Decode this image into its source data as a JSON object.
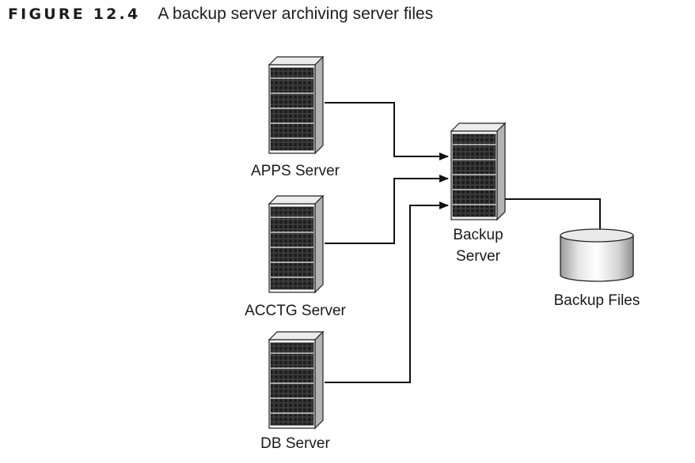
{
  "figure": {
    "label": "FIGURE 12.4",
    "title": "A backup server archiving server files"
  },
  "nodes": {
    "apps_server": {
      "label": "APPS Server",
      "icon": "server-tower-icon"
    },
    "acctg_server": {
      "label": "ACCTG Server",
      "icon": "server-tower-icon"
    },
    "db_server": {
      "label": "DB Server",
      "icon": "server-tower-icon"
    },
    "backup_server": {
      "label_line1": "Backup",
      "label_line2": "Server",
      "icon": "server-tower-icon"
    },
    "backup_files": {
      "label": "Backup Files",
      "icon": "disk-storage-icon"
    }
  },
  "colors": {
    "line": "#111111",
    "server_dark": "#2e2e2e",
    "server_light": "#dcdcdc"
  }
}
